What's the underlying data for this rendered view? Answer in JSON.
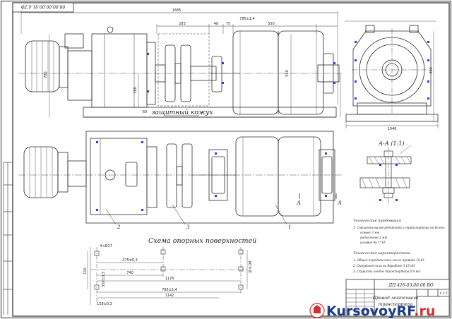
{
  "stamp": {
    "designation_rotated": "08.00.00.00.91.4.ТФ",
    "designation": "ДП 416-03.00.00 ВО",
    "title_line1": "Привод ленточного",
    "title_line2": "транспортера",
    "sheet_info": "1:2.5"
  },
  "views": {
    "guard_label": "защитный кожух",
    "section_label": "А-А (1:1)",
    "cut_mark": "А",
    "scheme_title": "Схема опорных поверхностей"
  },
  "callouts": [
    "2",
    "3",
    "1"
  ],
  "dimensions": {
    "overall_length": "1685",
    "top_chain": [
      "283",
      "48",
      "75",
      "550",
      "785±1,4"
    ],
    "height_left": "785",
    "height_right": "550",
    "height_mid": "180",
    "height_small": "60",
    "side_width": "1046",
    "side_height": "390",
    "plan_scheme": [
      "375±0,3",
      "740",
      "1176",
      "785±1,4",
      "1142",
      "350±0,3",
      "116",
      "158±0,3",
      "4×Ø17",
      "Ø 0,08"
    ]
  },
  "tech_requirements": {
    "heading": "Технические требования",
    "items": [
      "1. Смещение валов редуктора и транспортера не более:",
      "осевое      3 мм",
      "радиальное      2 мм",
      "угловое 0о      1°30'"
    ]
  },
  "tech_specs": {
    "heading": "Техническая характеристика",
    "items": [
      "1. Общее передаточное число привода    19,61",
      "2. Окружная сила на барабане    3,15 кН",
      "3. Скорость ленты транспортера    0,9 м/с"
    ]
  },
  "watermark": {
    "text": "KursovoyRF",
    "suffix": ".ru"
  },
  "colors": {
    "line": "#2b2b2b",
    "guard": "#7a7a7a",
    "watermark_text": "#1a3a8a",
    "watermark_accent": "#d32f2f",
    "blue_marks": "#2b40d6"
  }
}
